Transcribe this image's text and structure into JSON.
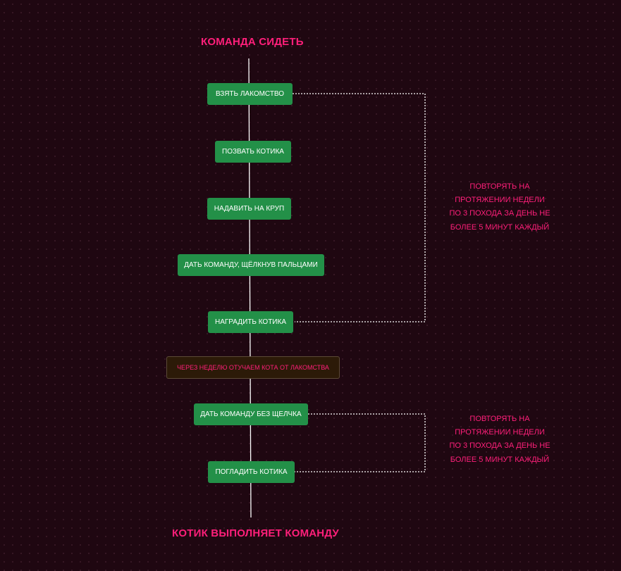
{
  "diagram": {
    "title_top": "КОМАНДА СИДЕТЬ",
    "title_bottom": "КОТИК ВЫПОЛНЯЕТ КОМАНДУ",
    "steps": [
      "ВЗЯТЬ ЛАКОМСТВО",
      "ПОЗВАТЬ КОТИКА",
      "НАДАВИТЬ НА КРУП",
      "ДАТЬ КОМАНДУ, ЩЁЛКНУВ ПАЛЬЦАМИ",
      "НАГРАДИТЬ КОТИКА",
      "ЧЕРЕЗ НЕДЕЛЮ ОТУЧАЕМ КОТА ОТ ЛАКОМСТВА",
      "ДАТЬ КОМАНДУ БЕЗ ЩЕЛЧКА",
      "ПОГЛАДИТЬ КОТИКА"
    ],
    "notes": [
      {
        "lines": [
          "ПОВТОРЯТЬ НА",
          "ПРОТЯЖЕНИИ НЕДЕЛИ",
          "ПО 3 ПОХОДА ЗА ДЕНЬ НЕ",
          "БОЛЕЕ 5 МИНУТ КАЖДЫЙ"
        ]
      },
      {
        "lines": [
          "ПОВТОРЯТЬ НА",
          "ПРОТЯЖЕНИИ НЕДЕЛИ",
          "ПО 3 ПОХОДА ЗА ДЕНЬ НЕ",
          "БОЛЕЕ 5 МИНУТ КАЖДЫЙ"
        ]
      }
    ],
    "colors": {
      "background": "#1f0711",
      "accent": "#ff1f7a",
      "node": "#239048",
      "node_dark": "#2c1a08",
      "line": "#ffffff"
    }
  }
}
